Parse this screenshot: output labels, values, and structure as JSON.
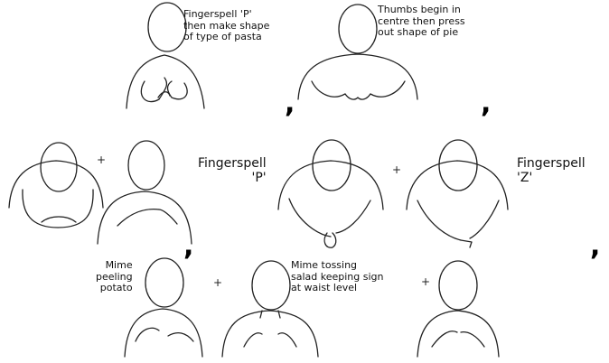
{
  "labels": {
    "pasta": "Fingerspell 'P'\nthen make shape\nof type of pasta",
    "pie": "Thumbs begin in\ncentre then press\nout shape of pie",
    "fingerspell_p": "Fingerspell\n'P'",
    "fingerspell_z": "Fingerspell\n'Z'",
    "potato": "Mime\npeeling\npotato",
    "salad": "Mime tossing\nsalad keeping sign\nat waist level"
  },
  "separators": {
    "comma": ",",
    "plus": "+"
  }
}
